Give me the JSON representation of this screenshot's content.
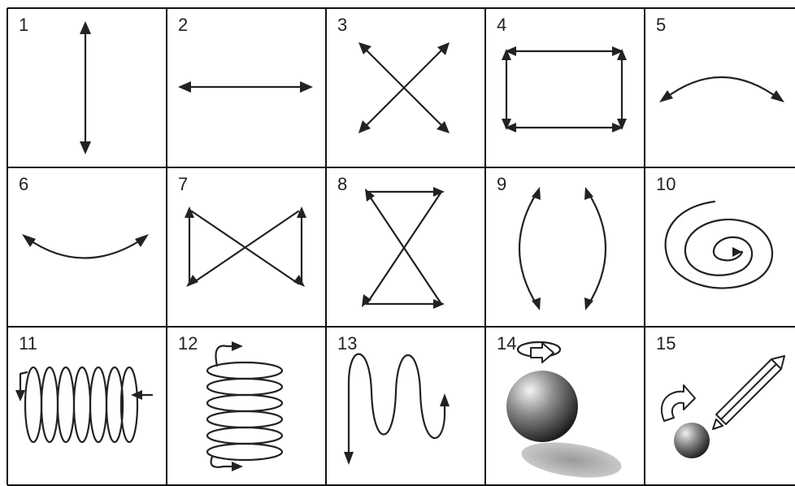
{
  "cells": [
    {
      "label": "1",
      "icon": "vertical-two-way-arrow-icon"
    },
    {
      "label": "2",
      "icon": "horizontal-two-way-arrow-icon"
    },
    {
      "label": "3",
      "icon": "crossed-diagonal-arrows-icon"
    },
    {
      "label": "4",
      "icon": "rectangle-arrows-icon"
    },
    {
      "label": "5",
      "icon": "upward-arc-arrow-icon"
    },
    {
      "label": "6",
      "icon": "downward-arc-arrow-icon"
    },
    {
      "label": "7",
      "icon": "bowtie-arrows-icon"
    },
    {
      "label": "8",
      "icon": "hourglass-arrows-icon"
    },
    {
      "label": "9",
      "icon": "paired-arc-arrows-icon"
    },
    {
      "label": "10",
      "icon": "spiral-arrow-icon"
    },
    {
      "label": "11",
      "icon": "horizontal-coil-arrow-icon"
    },
    {
      "label": "12",
      "icon": "vertical-coil-arrow-icon"
    },
    {
      "label": "13",
      "icon": "wave-arrow-icon"
    },
    {
      "label": "14",
      "icon": "sphere-rotation-shadow-icon"
    },
    {
      "label": "15",
      "icon": "sphere-rotation-diagonal-arrow-icon"
    }
  ],
  "colors": {
    "line": "#222222",
    "grid": "#111111",
    "background": "#ffffff"
  }
}
